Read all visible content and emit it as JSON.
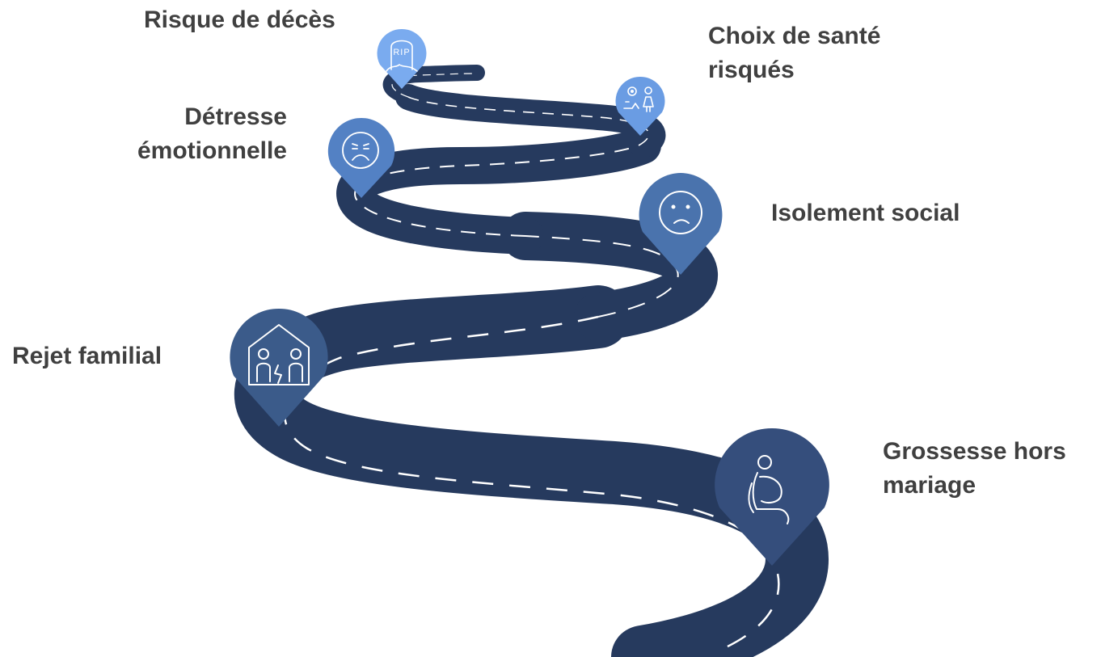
{
  "stages": [
    {
      "id": "grossesse",
      "lines": [
        "Grossesse hors",
        "mariage"
      ],
      "icon": "pregnant-person-icon",
      "color": "#354e7c"
    },
    {
      "id": "rejet",
      "lines": [
        "Rejet familial"
      ],
      "icon": "family-house-icon",
      "color": "#3b5b8a"
    },
    {
      "id": "isolement",
      "lines": [
        "Isolement social"
      ],
      "icon": "sad-face-icon",
      "color": "#4a73ad"
    },
    {
      "id": "detresse",
      "lines": [
        "Détresse",
        "émotionnelle"
      ],
      "icon": "distressed-face-icon",
      "color": "#5381c4"
    },
    {
      "id": "choix",
      "lines": [
        "Choix de santé",
        "risqués"
      ],
      "icon": "doctor-patient-icon",
      "color": "#6a9ce3"
    },
    {
      "id": "deces",
      "lines": [
        "Risque de décès"
      ],
      "icon": "tombstone-rip-icon",
      "color": "#7aabef"
    }
  ],
  "tombstone_text": "RIP",
  "colors": {
    "road": "#263a5e",
    "dash": "#ffffff",
    "text": "#404040"
  }
}
